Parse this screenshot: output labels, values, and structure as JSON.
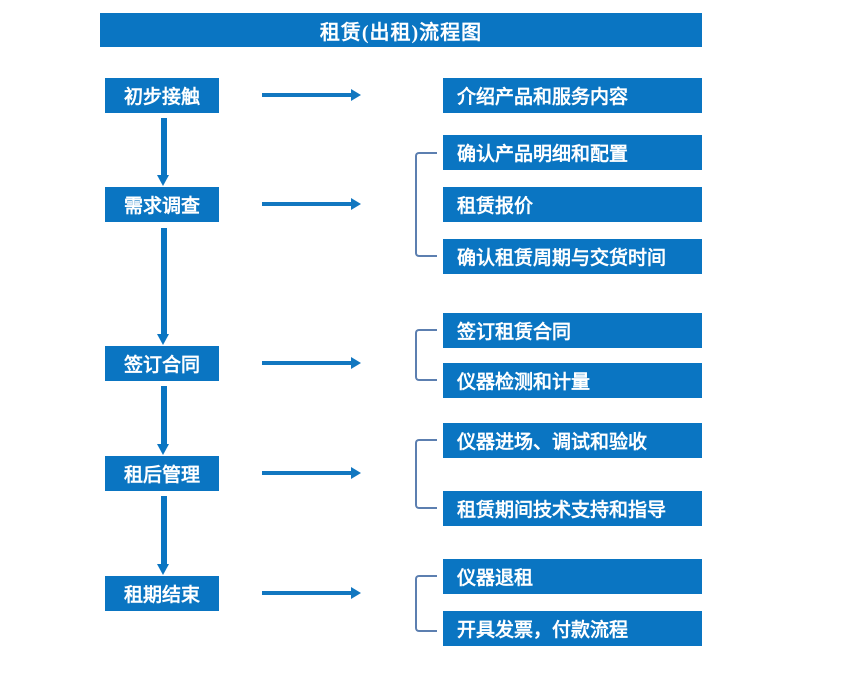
{
  "diagram": {
    "title": "租赁(出租)流程图",
    "colors": {
      "box_blue": "#0a75c2",
      "arrow_blue": "#1277c0",
      "bracket_blue": "#5c7fb0",
      "text_white": "#ffffff",
      "background": "#ffffff"
    },
    "stages": [
      {
        "label": "初步接触",
        "outputs": [
          "介绍产品和服务内容"
        ]
      },
      {
        "label": "需求调查",
        "outputs": [
          "确认产品明细和配置",
          "租赁报价",
          "确认租赁周期与交货时间"
        ]
      },
      {
        "label": "签订合同",
        "outputs": [
          "签订租赁合同",
          "仪器检测和计量"
        ]
      },
      {
        "label": "租后管理",
        "outputs": [
          "仪器进场、调试和验收",
          "租赁期间技术支持和指导"
        ]
      },
      {
        "label": "租期结束",
        "outputs": [
          "仪器退租",
          "开具发票，付款流程"
        ]
      }
    ],
    "left_nodes": [
      "初步接触",
      "需求调查",
      "签订合同",
      "租后管理",
      "租期结束"
    ],
    "right_nodes": [
      "介绍产品和服务内容",
      "确认产品明细和配置",
      "租赁报价",
      "确认租赁周期与交货时间",
      "签订租赁合同",
      "仪器检测和计量",
      "仪器进场、调试和验收",
      "租赁期间技术支持和指导",
      "仪器退租",
      "开具发票，付款流程"
    ]
  }
}
